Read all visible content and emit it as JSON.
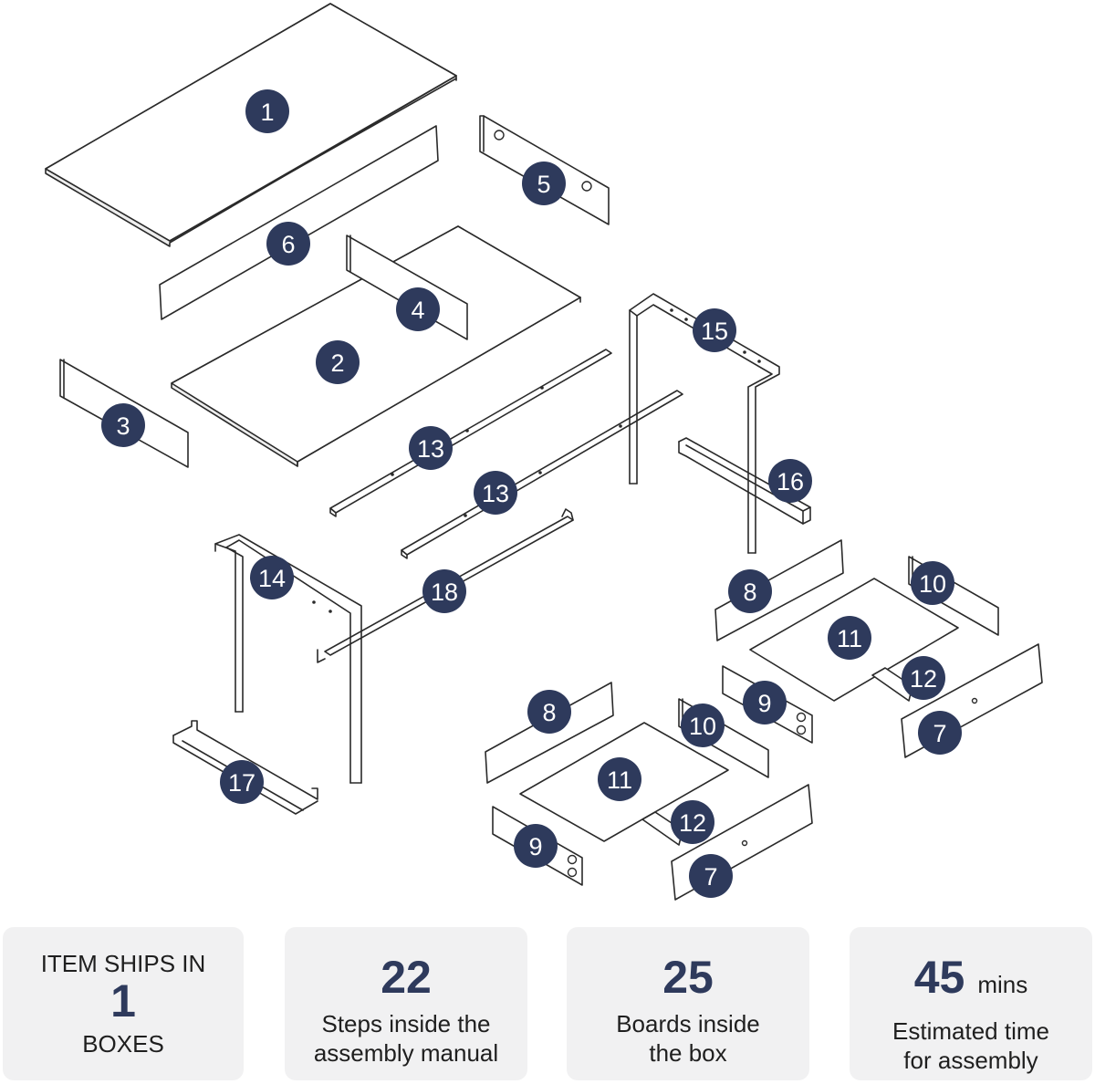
{
  "badges": [
    "1",
    "2",
    "3",
    "4",
    "5",
    "6",
    "7",
    "8",
    "9",
    "10",
    "11",
    "12",
    "13",
    "14",
    "15",
    "16",
    "17",
    "18"
  ],
  "colors": {
    "badge_fill": "#2e3a5c",
    "badge_text": "#ffffff",
    "card_bg": "#f1f1f2",
    "outline": "#2a2a2a"
  },
  "cards": {
    "ships": {
      "top": "ITEM SHIPS IN",
      "value": "1",
      "bottom": "BOXES"
    },
    "steps": {
      "value": "22",
      "line1": "Steps inside the",
      "line2": "assembly manual"
    },
    "boards": {
      "value": "25",
      "line1": "Boards inside",
      "line2": "the box"
    },
    "time": {
      "value": "45",
      "unit": "mins",
      "line1": "Estimated time",
      "line2": "for assembly"
    }
  }
}
